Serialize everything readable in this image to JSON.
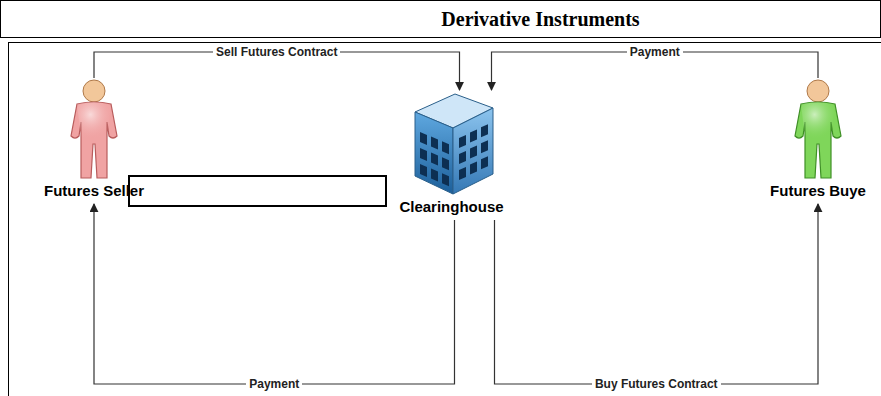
{
  "diagram": {
    "title": "Derivative Instruments",
    "nodes": [
      {
        "text": [
          "Futures Seller"
        ]
      },
      {
        "text": [
          "Clearinghouse"
        ]
      },
      {
        "text": [
          "Futures Buye"
        ]
      }
    ],
    "edges": [
      {
        "from": 0,
        "to": 1,
        "label": "Sell Futures Contract",
        "arrow": "to"
      },
      {
        "from": 2,
        "to": 1,
        "label": "Payment",
        "arrow": "to"
      },
      {
        "from": 1,
        "to": 0,
        "label": "Payment",
        "arrow": "to"
      },
      {
        "from": 1,
        "to": 2,
        "label": "Buy Futures Contract",
        "arrow": "to"
      }
    ]
  }
}
